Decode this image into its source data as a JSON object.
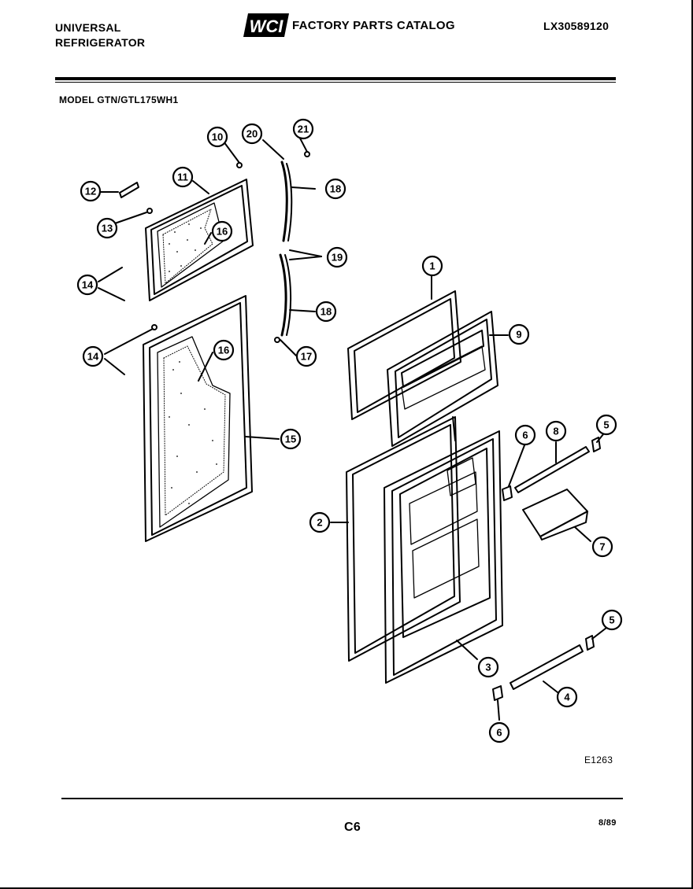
{
  "header": {
    "brand_line1": "UNIVERSAL",
    "brand_line2": "REFRIGERATOR",
    "logo_text": "WCI",
    "catalog_title": "FACTORY PARTS CATALOG",
    "catalog_number": "LX30589120",
    "model": "MODEL GTN/GTL175WH1"
  },
  "footer": {
    "figure_code": "E1263",
    "page_code": "C6",
    "date": "8/89"
  },
  "callouts": [
    {
      "id": "c10",
      "label": "10"
    },
    {
      "id": "c20",
      "label": "20"
    },
    {
      "id": "c21",
      "label": "21"
    },
    {
      "id": "c11",
      "label": "11"
    },
    {
      "id": "c12",
      "label": "12"
    },
    {
      "id": "c18a",
      "label": "18"
    },
    {
      "id": "c16a",
      "label": "16"
    },
    {
      "id": "c13",
      "label": "13"
    },
    {
      "id": "c19",
      "label": "19"
    },
    {
      "id": "c14a",
      "label": "14"
    },
    {
      "id": "c18b",
      "label": "18"
    },
    {
      "id": "c1",
      "label": "1"
    },
    {
      "id": "c9",
      "label": "9"
    },
    {
      "id": "c16b",
      "label": "16"
    },
    {
      "id": "c14b",
      "label": "14"
    },
    {
      "id": "c17",
      "label": "17"
    },
    {
      "id": "c15",
      "label": "15"
    },
    {
      "id": "c6a",
      "label": "6"
    },
    {
      "id": "c8",
      "label": "8"
    },
    {
      "id": "c5a",
      "label": "5"
    },
    {
      "id": "c2",
      "label": "2"
    },
    {
      "id": "c7",
      "label": "7"
    },
    {
      "id": "c5b",
      "label": "5"
    },
    {
      "id": "c3",
      "label": "3"
    },
    {
      "id": "c4",
      "label": "4"
    },
    {
      "id": "c6b",
      "label": "6"
    }
  ]
}
